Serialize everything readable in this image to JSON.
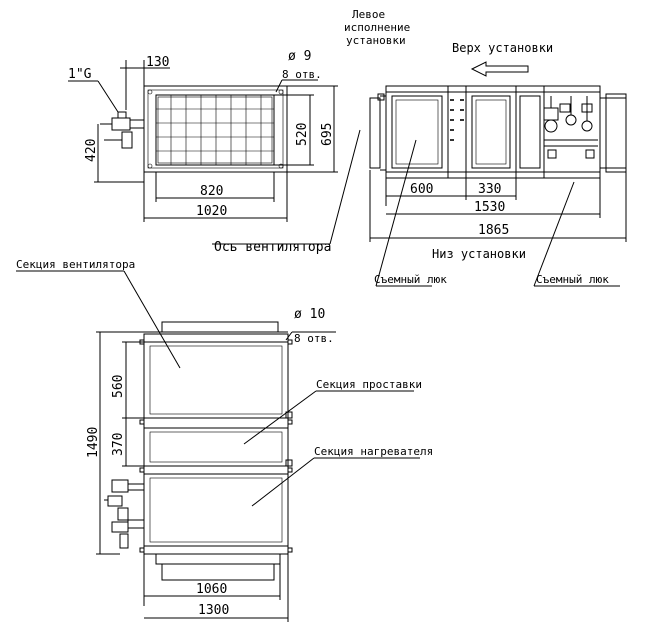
{
  "labels": {
    "left_version": [
      "Левое",
      "исполнение",
      "установки"
    ],
    "top_of_unit": "Верх установки",
    "bottom_of_unit": "Низ установки",
    "fan_axis": "Ось вентилятора",
    "removable_hatch_1": "Съемный люк",
    "removable_hatch_2": "Съемный люк",
    "fan_section": "Секция вентилятора",
    "spacer_section": "Секция проставки",
    "heater_section": "Секция нагревателя"
  },
  "front_view": {
    "pipe_size": "1\"G",
    "dim_130": "130",
    "hole_dia": "ø 9",
    "hole_count": "8 отв.",
    "dim_420": "420",
    "dim_520": "520",
    "dim_695": "695",
    "dim_820": "820",
    "dim_1020": "1020"
  },
  "side_view": {
    "dim_600": "600",
    "dim_330": "330",
    "dim_1530": "1530",
    "dim_1865": "1865"
  },
  "top_view": {
    "hole_dia": "ø 10",
    "hole_count": "8 отв.",
    "dim_560": "560",
    "dim_370": "370",
    "dim_1490": "1490",
    "dim_1060": "1060",
    "dim_1300": "1300"
  }
}
